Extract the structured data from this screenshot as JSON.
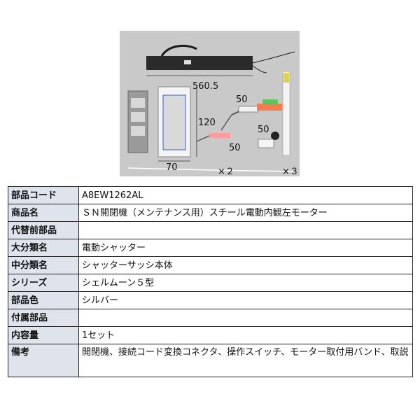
{
  "photo": {
    "labels": {
      "length": "560.5",
      "height": "120",
      "width": "70",
      "cable1": "50",
      "cable2": "50",
      "cable3": "50",
      "qty1": "×２",
      "qty2": "×３"
    }
  },
  "spec": {
    "rows": [
      {
        "key": "部品コード",
        "value": "A8EW1262AL"
      },
      {
        "key": "商品名",
        "value": "ＳＮ開閉機（メンテナンス用）スチール電動内観左モーター"
      },
      {
        "key": "代替前部品",
        "value": ""
      },
      {
        "key": "大分類名",
        "value": "電動シャッター"
      },
      {
        "key": "中分類名",
        "value": "シャッターサッシ本体"
      },
      {
        "key": "シリーズ",
        "value": "シェルムーン５型"
      },
      {
        "key": "部品色",
        "value": "シルバー"
      },
      {
        "key": "付属部品",
        "value": ""
      },
      {
        "key": "内容量",
        "value": "1セット"
      },
      {
        "key": "備考",
        "value": "開閉機、接続コード変換コネクタ、操作スイッチ、モーター取付用バンド、取説"
      }
    ]
  }
}
